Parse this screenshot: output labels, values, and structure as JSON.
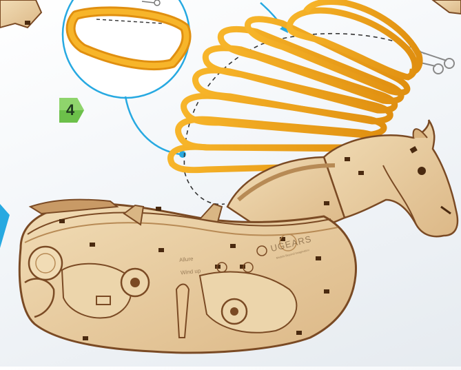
{
  "step": {
    "number": "4",
    "color": "#6cc04a"
  },
  "brand": {
    "logo_text": "UGEARS",
    "tagline": "Models Beyond Imagination"
  },
  "plate": {
    "label_1": "Allure",
    "label_2": "Wind up"
  },
  "colors": {
    "wood": "#e9cfa2",
    "wood_edge": "#7a4a24",
    "band": "#f0a51c",
    "band_edge": "#a8640a",
    "callout": "#27a9e1"
  },
  "icons": {
    "scissors": "scissors-icon",
    "arrow": "arrow-icon"
  }
}
